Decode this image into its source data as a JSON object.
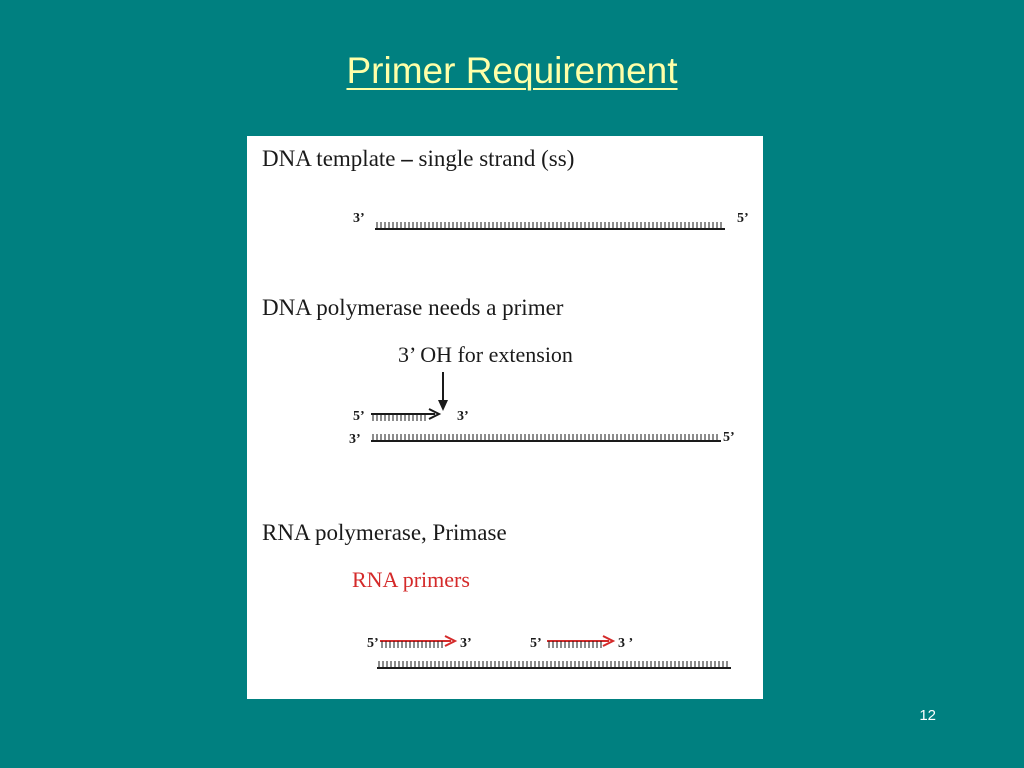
{
  "slide": {
    "title": "Primer Requirement",
    "page_number": "12"
  },
  "figure": {
    "section1": {
      "heading_a": "DNA template ",
      "heading_dash": "–",
      "heading_b": " single strand (ss)",
      "left_end": "3’",
      "right_end": "5’"
    },
    "section2": {
      "heading": "DNA polymerase needs a primer",
      "annotation": "3’ OH for extension",
      "primer_left_end": "5’",
      "primer_right_end": "3’",
      "template_left_end": "3’",
      "template_right_end": "5’"
    },
    "section3": {
      "heading": "RNA polymerase, Primase",
      "sublabel": "RNA primers",
      "primer1_left_end": "5’",
      "primer1_right_end": "3’",
      "primer2_left_end": "5’",
      "primer2_right_end": "3 ’"
    }
  },
  "colors": {
    "background": "#008080",
    "title": "#ffffa8",
    "rna_primer": "#d42a2a",
    "strand": "#1a1a1a"
  }
}
